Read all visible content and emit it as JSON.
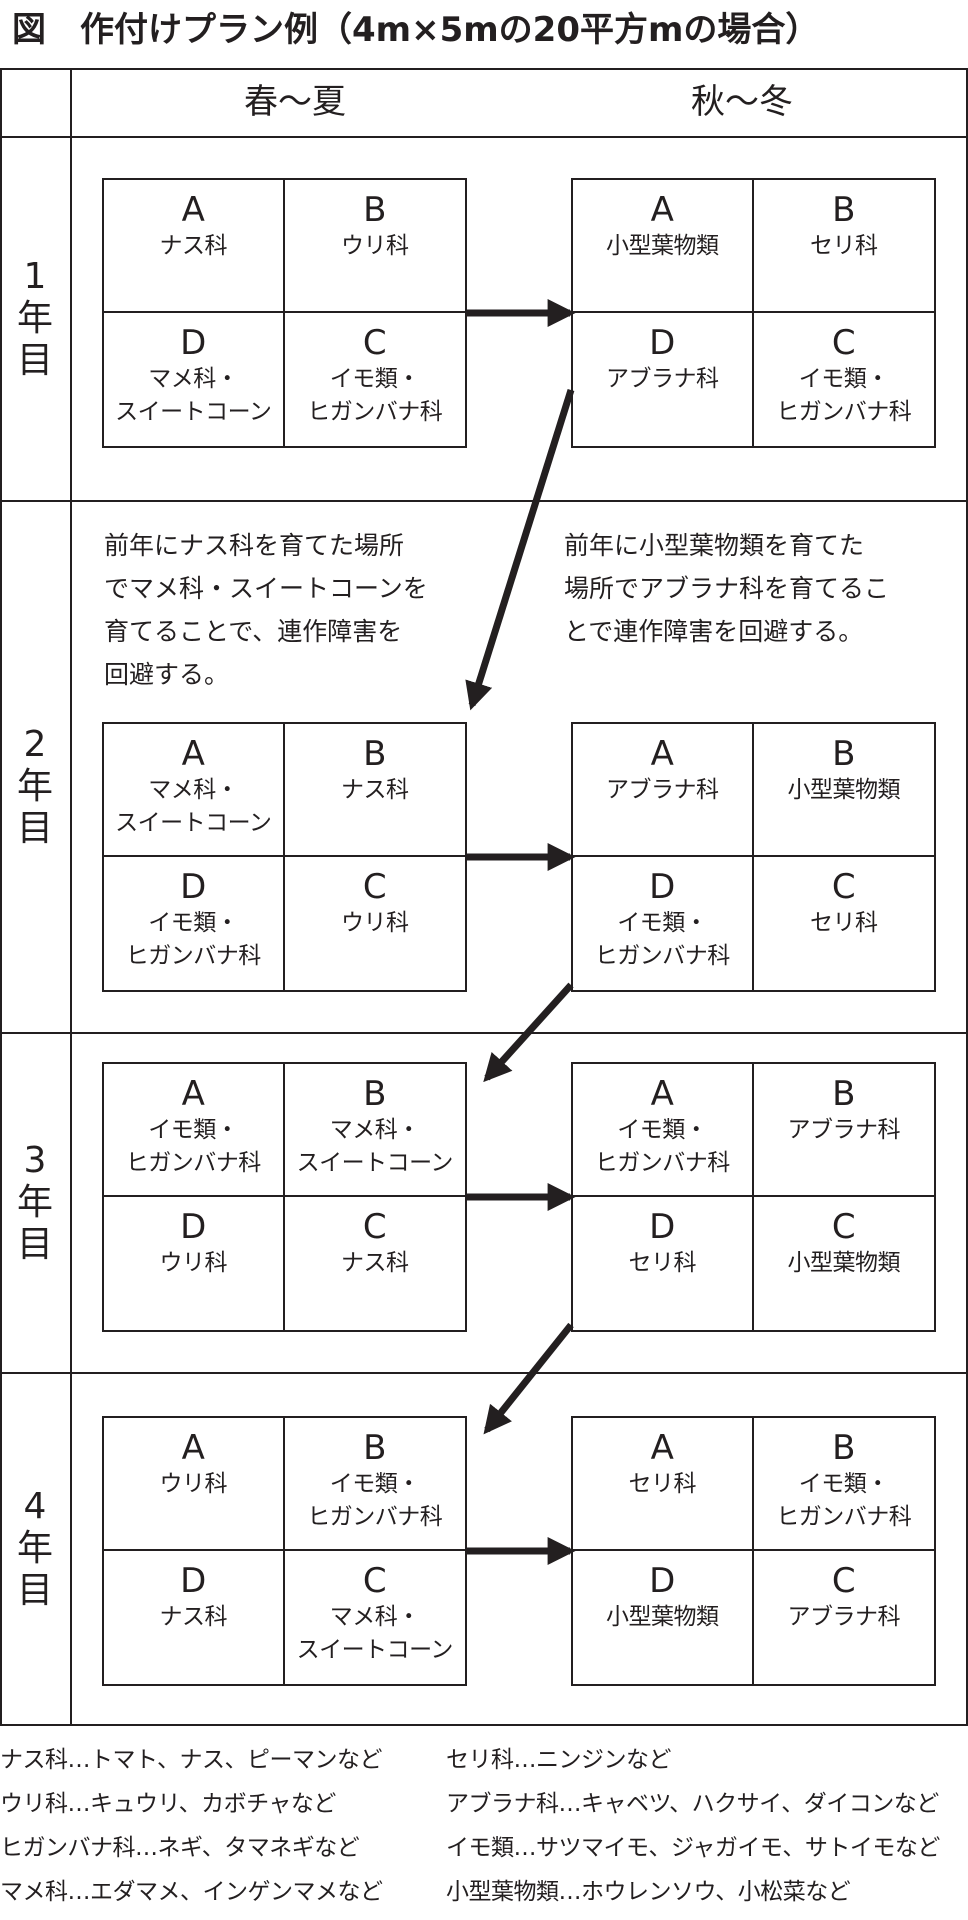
{
  "title": "図　作付けプラン例（4m×5mの20平方mの場合）",
  "seasons": {
    "spring_summer": "春〜夏",
    "autumn_winter": "秋〜冬"
  },
  "years": [
    {
      "label": [
        "1",
        "年",
        "目"
      ],
      "spring_summer": {
        "A": {
          "letter": "A",
          "text": "ナス科"
        },
        "B": {
          "letter": "B",
          "text": "ウリ科"
        },
        "D": {
          "letter": "D",
          "text": "マメ科・\nスイートコーン"
        },
        "C": {
          "letter": "C",
          "text": "イモ類・\nヒガンバナ科"
        }
      },
      "autumn_winter": {
        "A": {
          "letter": "A",
          "text": "小型葉物類"
        },
        "B": {
          "letter": "B",
          "text": "セリ科"
        },
        "D": {
          "letter": "D",
          "text": "アブラナ科"
        },
        "C": {
          "letter": "C",
          "text": "イモ類・\nヒガンバナ科"
        }
      }
    },
    {
      "label": [
        "2",
        "年",
        "目"
      ],
      "spring_summer": {
        "A": {
          "letter": "A",
          "text": "マメ科・\nスイートコーン"
        },
        "B": {
          "letter": "B",
          "text": "ナス科"
        },
        "D": {
          "letter": "D",
          "text": "イモ類・\nヒガンバナ科"
        },
        "C": {
          "letter": "C",
          "text": "ウリ科"
        }
      },
      "autumn_winter": {
        "A": {
          "letter": "A",
          "text": "アブラナ科"
        },
        "B": {
          "letter": "B",
          "text": "小型葉物類"
        },
        "D": {
          "letter": "D",
          "text": "イモ類・\nヒガンバナ科"
        },
        "C": {
          "letter": "C",
          "text": "セリ科"
        }
      }
    },
    {
      "label": [
        "3",
        "年",
        "目"
      ],
      "spring_summer": {
        "A": {
          "letter": "A",
          "text": "イモ類・\nヒガンバナ科"
        },
        "B": {
          "letter": "B",
          "text": "マメ科・\nスイートコーン"
        },
        "D": {
          "letter": "D",
          "text": "ウリ科"
        },
        "C": {
          "letter": "C",
          "text": "ナス科"
        }
      },
      "autumn_winter": {
        "A": {
          "letter": "A",
          "text": "イモ類・\nヒガンバナ科"
        },
        "B": {
          "letter": "B",
          "text": "アブラナ科"
        },
        "D": {
          "letter": "D",
          "text": "セリ科"
        },
        "C": {
          "letter": "C",
          "text": "小型葉物類"
        }
      }
    },
    {
      "label": [
        "4",
        "年",
        "目"
      ],
      "spring_summer": {
        "A": {
          "letter": "A",
          "text": "ウリ科"
        },
        "B": {
          "letter": "B",
          "text": "イモ類・\nヒガンバナ科"
        },
        "D": {
          "letter": "D",
          "text": "ナス科"
        },
        "C": {
          "letter": "C",
          "text": "マメ科・\nスイートコーン"
        }
      },
      "autumn_winter": {
        "A": {
          "letter": "A",
          "text": "セリ科"
        },
        "B": {
          "letter": "B",
          "text": "イモ類・\nヒガンバナ科"
        },
        "D": {
          "letter": "D",
          "text": "小型葉物類"
        },
        "C": {
          "letter": "C",
          "text": "アブラナ科"
        }
      }
    }
  ],
  "notes": {
    "spring_summer": "前年にナス科を育てた場所\nでマメ科・スイートコーンを\n育てることで、連作障害を\n回避する。",
    "autumn_winter": "前年に小型葉物類を育てた\n場所でアブラナ科を育てるこ\nとで連作障害を回避する。"
  },
  "legend": {
    "left": [
      "ナス科…トマト、ナス、ピーマンなど",
      "ウリ科…キュウリ、カボチャなど",
      "ヒガンバナ科…ネギ、タマネギなど",
      "マメ科…エダマメ、インゲンマメなど"
    ],
    "right": [
      "セリ科…ニンジンなど",
      "アブラナ科…キャベツ、ハクサイ、ダイコンなど",
      "イモ類…サツマイモ、ジャガイモ、サトイモなど",
      "小型葉物類…ホウレンソウ、小松菜など"
    ]
  }
}
